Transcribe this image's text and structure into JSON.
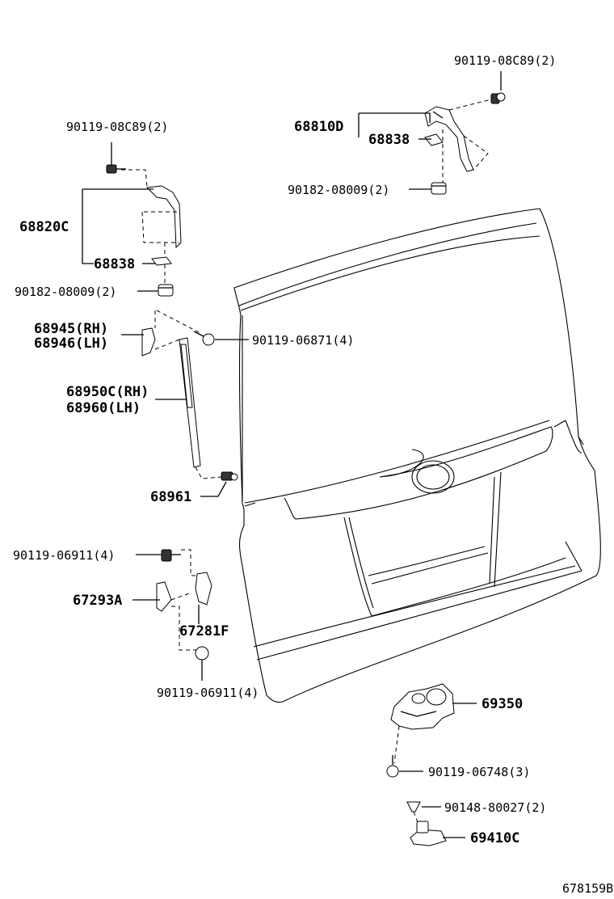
{
  "diagram": {
    "labels": {
      "bolt_top_right": "90119-08C89(2)",
      "hinge_rh": "68810D",
      "shim_rh": "68838",
      "stopper_rh": "90182-08009(2)",
      "bolt_top_left": "90119-08C89(2)",
      "hinge_lh": "68820C",
      "shim_lh": "68838",
      "stopper_lh": "90182-08009(2)",
      "bracket_rh": "68945(RH)",
      "bracket_lh": "68946(LH)",
      "bolt_bracket": "90119-06871(4)",
      "damper_rh": "68950C(RH)",
      "damper_lh": "68960(LH)",
      "ball_stud": "68961",
      "bolt_striker_upper": "90119-06911(4)",
      "striker_plate": "67293A",
      "striker": "67281F",
      "bolt_striker_lower": "90119-06911(4)",
      "lock_assy": "69350",
      "bolt_lock": "90119-06748(3)",
      "screw_striker": "90148-80027(2)",
      "door_striker": "69410C",
      "catalog_code": "678159B"
    }
  }
}
